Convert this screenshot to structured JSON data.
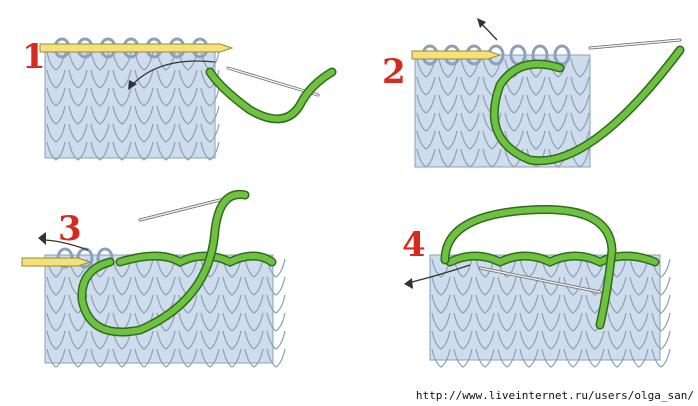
{
  "steps": [
    {
      "number": "1"
    },
    {
      "number": "2"
    },
    {
      "number": "3"
    },
    {
      "number": "4"
    }
  ],
  "watermark_url": "http://www.liveinternet.ru/users/olga_san/",
  "colors": {
    "number": "#d42a1f",
    "fabric": "#cfdcec",
    "fabric_line": "#8aa0bd",
    "needle": "#f3e27a",
    "yarn": "#6fc23f",
    "yarn_edge": "#2f6a1e"
  }
}
